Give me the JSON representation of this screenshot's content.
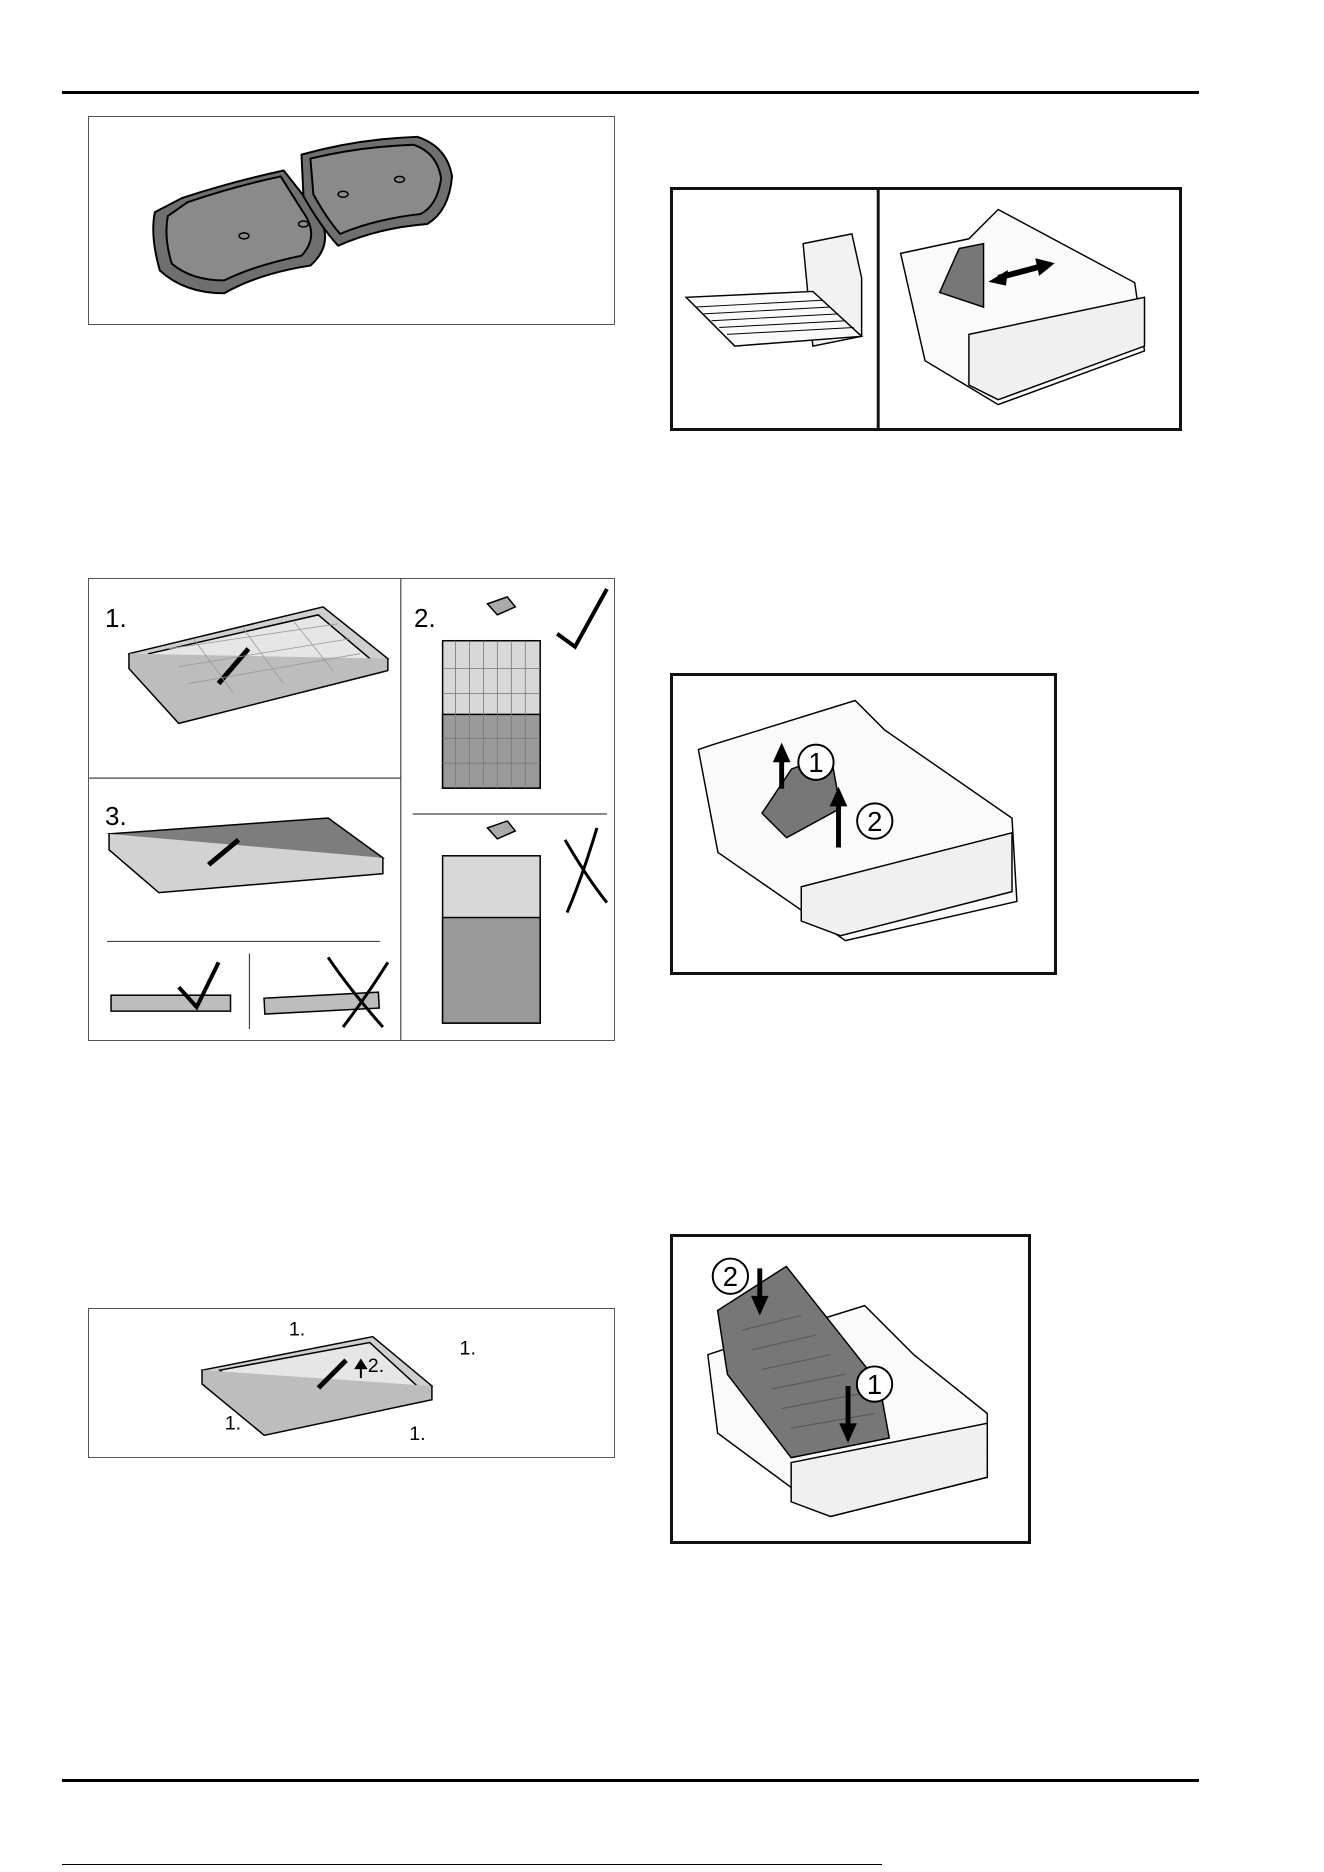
{
  "figures": {
    "pads": {},
    "filter_cleaning": {
      "step1": "1.",
      "step2": "2.",
      "step3": "3."
    },
    "filter_removal": {
      "label_top_left": "1.",
      "label_top_right": "1.",
      "label_center": "2.",
      "label_bottom_left": "1.",
      "label_bottom_right": "1."
    },
    "drawer_divider": {},
    "divider_remove": {
      "callout_1": "1",
      "callout_2": "2"
    },
    "divider_insert": {
      "callout_1": "1",
      "callout_2": "2"
    }
  },
  "colors": {
    "ink": "#000000",
    "frame": "#555555",
    "fill_dark": "#777777",
    "fill_light": "#d0d0d0"
  }
}
